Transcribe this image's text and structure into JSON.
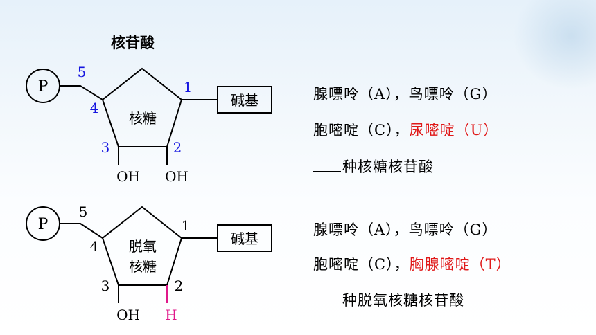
{
  "title": "核苷酸",
  "diagram1": {
    "phosphate": "P",
    "sugar": "核糖",
    "base": "碱基",
    "carbons": [
      "5",
      "4",
      "3",
      "2",
      "1"
    ],
    "groups": {
      "c3": "OH",
      "c2": "OH"
    },
    "carbon_color": "#1515e0"
  },
  "diagram2": {
    "phosphate": "P",
    "sugar_line1": "脱氧",
    "sugar_line2": "核糖",
    "base": "碱基",
    "carbons": [
      "5",
      "4",
      "3",
      "2",
      "1"
    ],
    "groups": {
      "c3": "OH",
      "c2": "H"
    },
    "h_color": "#e0188a"
  },
  "text1": {
    "line1": "腺嘌呤（A），鸟嘌呤（G）",
    "line2_black": "胞嘧啶（C），",
    "line2_red": "尿嘧啶（U）",
    "line3": "种核糖核苷酸"
  },
  "text2": {
    "line1": "腺嘌呤（A），鸟嘌呤（G）",
    "line2_black": "胞嘧啶（C），",
    "line2_red": "胸腺嘧啶（T）",
    "line3": "种脱氧核糖核苷酸"
  },
  "colors": {
    "accent_red": "#e01919"
  }
}
